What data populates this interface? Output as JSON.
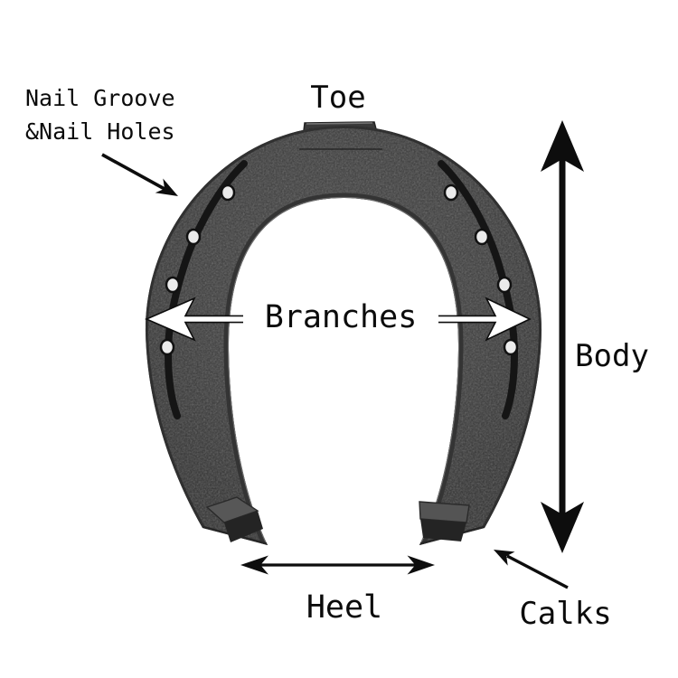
{
  "diagram": {
    "subject": "horseshoe-parts-diagram",
    "labels": {
      "nail_groove_line1": "Nail Groove",
      "nail_groove_line2": "&Nail Holes",
      "toe": "Toe",
      "branches": "Branches",
      "body": "Body",
      "heel": "Heel",
      "calks": "Calks"
    },
    "annotations": [
      {
        "name": "nail-groove-arrow",
        "type": "single-arrow",
        "color": "#0d0d0d",
        "points_to": "left-branch-outer-edge"
      },
      {
        "name": "toe-label",
        "type": "text",
        "points_to": "toe-clip-top-center"
      },
      {
        "name": "branches-arrow",
        "type": "double-arrow",
        "color": "#ffffff",
        "outline": "#0d0d0d",
        "orientation": "horizontal",
        "spans": "branch-to-branch"
      },
      {
        "name": "body-arrow",
        "type": "double-arrow",
        "color": "#0d0d0d",
        "orientation": "vertical",
        "spans": "full-shoe-height"
      },
      {
        "name": "heel-arrow",
        "type": "double-arrow",
        "color": "#0d0d0d",
        "orientation": "horizontal",
        "spans": "heel-to-heel"
      },
      {
        "name": "calks-arrow",
        "type": "single-arrow",
        "color": "#0d0d0d",
        "points_to": "right-heel-calk"
      }
    ],
    "features": {
      "nail_holes_per_branch": 4,
      "has_toe_clip": true,
      "has_heel_calks": true
    },
    "colors": {
      "background": "#ffffff",
      "shoe_base": "#464646",
      "shoe_dark_edge": "#2b2b2b",
      "groove": "#151515",
      "nail_hole": "#ebebeb",
      "label_text": "#0b0b0b",
      "arrow_black": "#0d0d0d",
      "arrow_white": "#ffffff"
    }
  }
}
